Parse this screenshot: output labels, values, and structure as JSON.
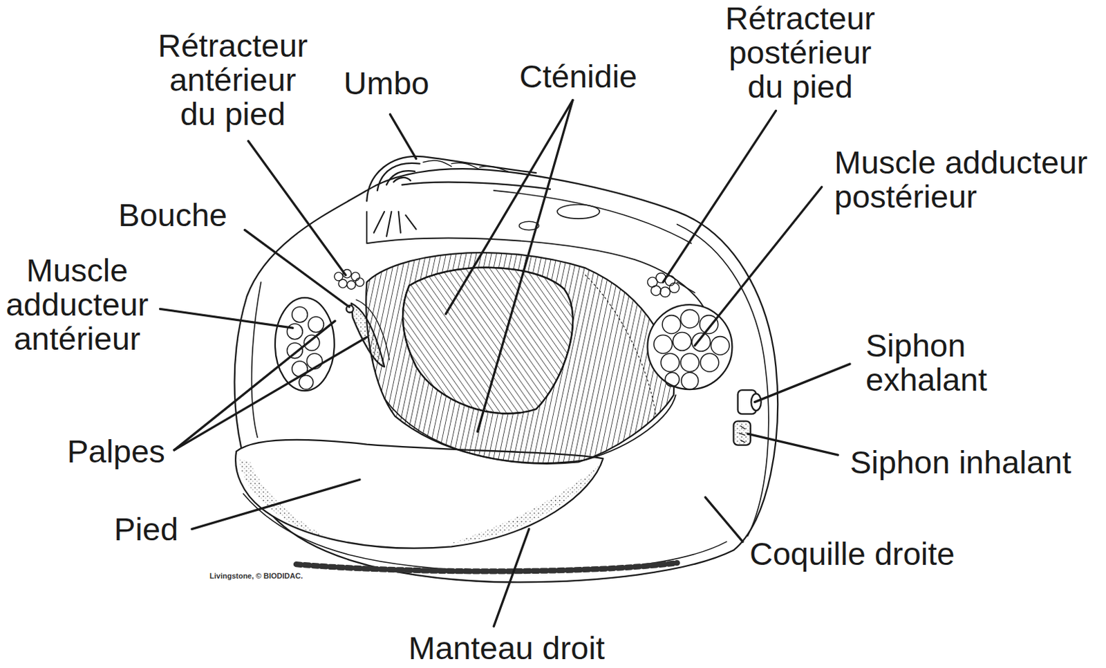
{
  "diagram": {
    "labels": [
      "Rétracteur postérieur du pied",
      "Rétracteur antérieur du pied",
      "Cténidie",
      "Umbo",
      "Muscle adducteur postérieur",
      "Bouche",
      "Muscle adducteur antérieur",
      "Siphon exhalant",
      "Palpes",
      "Siphon inhalant",
      "Pied",
      "Coquille droite",
      "Livingstone, © BIODIDAC.",
      "Manteau droit"
    ]
  }
}
